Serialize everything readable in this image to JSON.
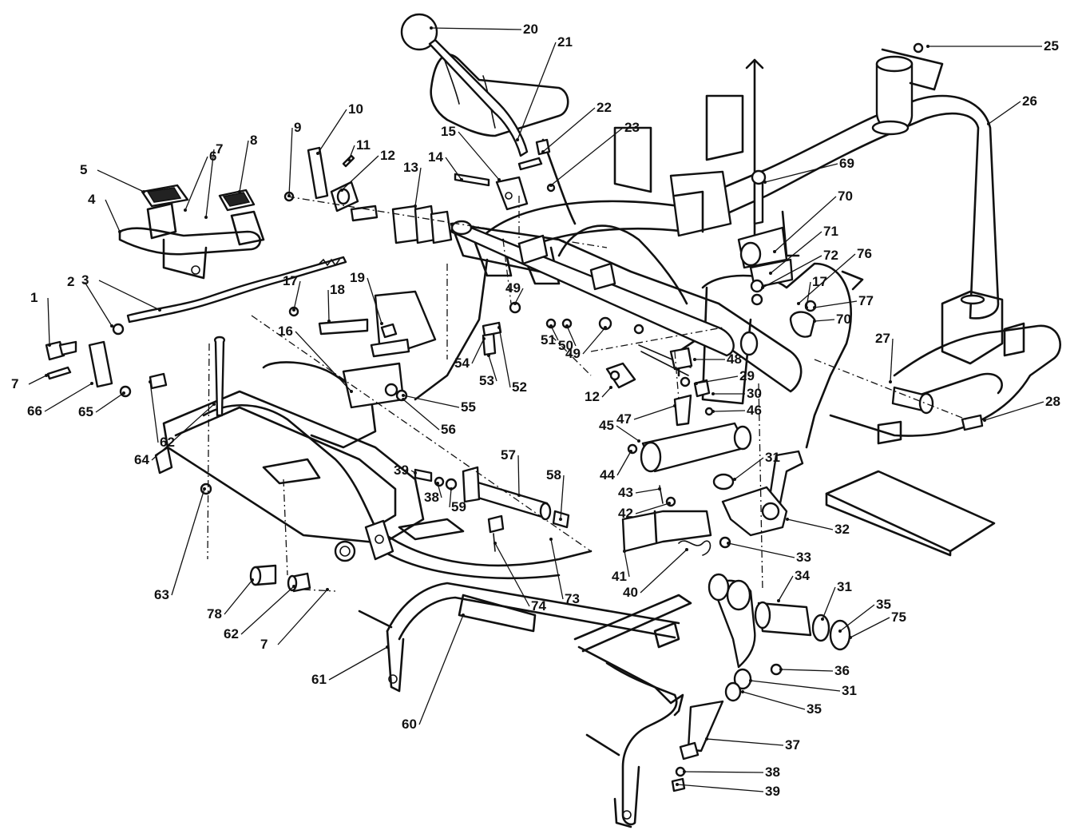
{
  "diagram": {
    "callouts": [
      {
        "num": "1"
      },
      {
        "num": "2"
      },
      {
        "num": "3"
      },
      {
        "num": "4"
      },
      {
        "num": "5"
      },
      {
        "num": "6"
      },
      {
        "num": "7"
      },
      {
        "num": "7"
      },
      {
        "num": "7"
      },
      {
        "num": "8"
      },
      {
        "num": "9"
      },
      {
        "num": "10"
      },
      {
        "num": "11"
      },
      {
        "num": "12"
      },
      {
        "num": "12"
      },
      {
        "num": "13"
      },
      {
        "num": "14"
      },
      {
        "num": "15"
      },
      {
        "num": "16"
      },
      {
        "num": "17"
      },
      {
        "num": "17"
      },
      {
        "num": "18"
      },
      {
        "num": "19"
      },
      {
        "num": "20"
      },
      {
        "num": "21"
      },
      {
        "num": "22"
      },
      {
        "num": "23"
      },
      {
        "num": "25"
      },
      {
        "num": "26"
      },
      {
        "num": "27"
      },
      {
        "num": "28"
      },
      {
        "num": "29"
      },
      {
        "num": "30"
      },
      {
        "num": "31"
      },
      {
        "num": "31"
      },
      {
        "num": "31"
      },
      {
        "num": "32"
      },
      {
        "num": "33"
      },
      {
        "num": "34"
      },
      {
        "num": "35"
      },
      {
        "num": "35"
      },
      {
        "num": "36"
      },
      {
        "num": "37"
      },
      {
        "num": "38"
      },
      {
        "num": "38"
      },
      {
        "num": "39"
      },
      {
        "num": "39"
      },
      {
        "num": "40"
      },
      {
        "num": "41"
      },
      {
        "num": "42"
      },
      {
        "num": "43"
      },
      {
        "num": "44"
      },
      {
        "num": "45"
      },
      {
        "num": "46"
      },
      {
        "num": "47"
      },
      {
        "num": "48"
      },
      {
        "num": "49"
      },
      {
        "num": "49"
      },
      {
        "num": "50"
      },
      {
        "num": "51"
      },
      {
        "num": "52"
      },
      {
        "num": "53"
      },
      {
        "num": "54"
      },
      {
        "num": "55"
      },
      {
        "num": "56"
      },
      {
        "num": "57"
      },
      {
        "num": "58"
      },
      {
        "num": "59"
      },
      {
        "num": "60"
      },
      {
        "num": "61"
      },
      {
        "num": "62"
      },
      {
        "num": "62"
      },
      {
        "num": "63"
      },
      {
        "num": "64"
      },
      {
        "num": "65"
      },
      {
        "num": "66"
      },
      {
        "num": "69"
      },
      {
        "num": "70"
      },
      {
        "num": "70"
      },
      {
        "num": "71"
      },
      {
        "num": "72"
      },
      {
        "num": "73"
      },
      {
        "num": "74"
      },
      {
        "num": "75"
      },
      {
        "num": "76"
      },
      {
        "num": "77"
      },
      {
        "num": "78"
      }
    ]
  }
}
